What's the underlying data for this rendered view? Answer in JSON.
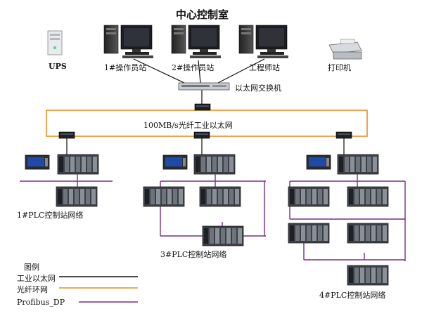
{
  "title": "中心控制室",
  "ups_label": "UPS",
  "stations": [
    "1#操作员站",
    "2#操作员站",
    "工程师站"
  ],
  "printer_label": "打印机",
  "switch_label": "以太网交换机",
  "ring_label": "100MB/s光纤工业以太网",
  "plc_networks": [
    "1#PLC控制站网络",
    "3#PLC控制站网络",
    "4#PLC控制站网络"
  ],
  "legend": {
    "title": "图例",
    "items": [
      {
        "label": "工业以太网",
        "color": "#111111"
      },
      {
        "label": "光纤环网",
        "color": "#f08a1e"
      },
      {
        "label": "Profibus_DP",
        "color": "#7b2a8c"
      }
    ]
  },
  "colors": {
    "ethernet": "#111111",
    "fiber": "#f08a1e",
    "profibus": "#7b2a8c",
    "screen": "#1f4aa8"
  }
}
